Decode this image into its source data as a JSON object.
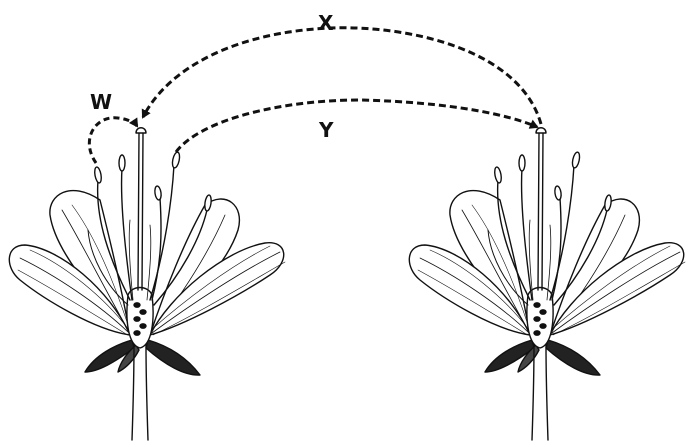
{
  "labels": {
    "x": "X",
    "y": "Y",
    "w": "W"
  },
  "colors": {
    "ink": "#111111",
    "background": "#ffffff"
  },
  "flowers": [
    "left-flower",
    "right-flower"
  ]
}
